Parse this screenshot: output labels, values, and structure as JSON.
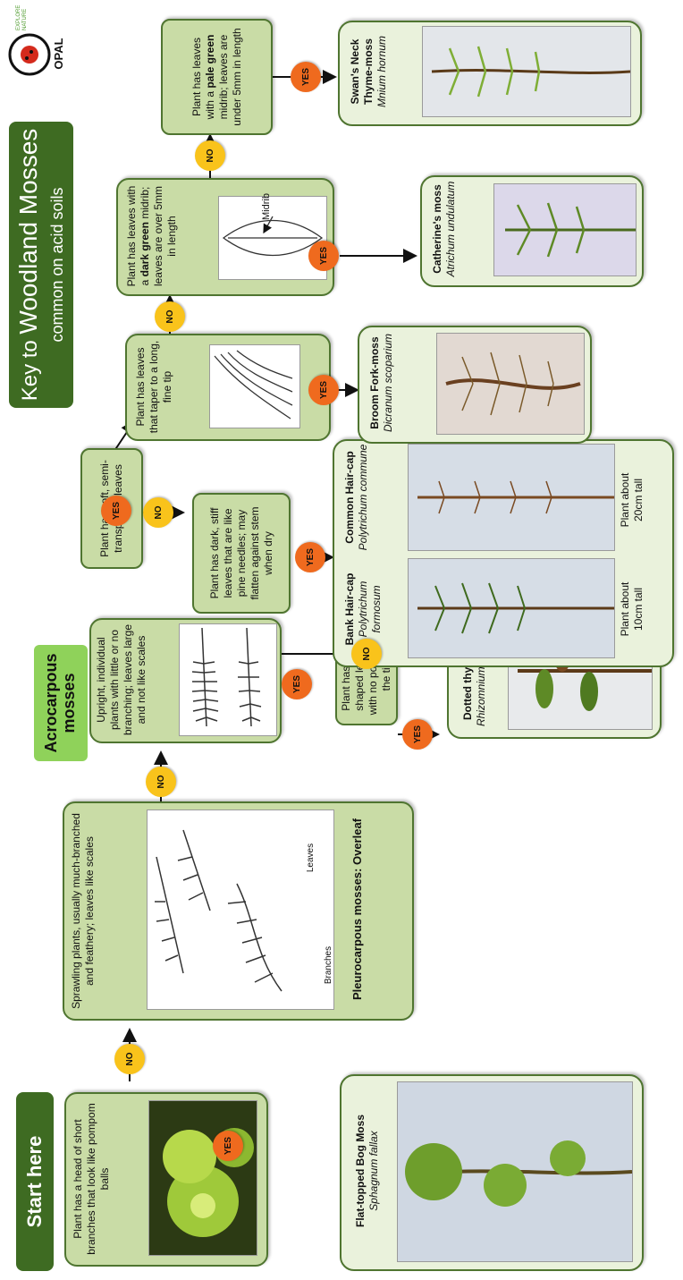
{
  "title": {
    "prefix": "Key to ",
    "main": "Woodland Mosses",
    "subtitle": "common on acid soils"
  },
  "logo": {
    "text": "OPAL",
    "tagline": "EXPLORE NATURE"
  },
  "start_label": "Start here",
  "acro_label": "Acrocarpous mosses",
  "badges": {
    "yes": "YES",
    "no": "NO"
  },
  "questions": {
    "q1": "Plant has a head of short branches that look like pompom balls",
    "q2": "Sprawling plants, usually much-branched and feathery; leaves like scales",
    "q3": "Upright, individual plants with little or no branching; leaves large and not like scales",
    "q4": "Plant has egg-shaped leaves with no points at the tip",
    "q5": "Plant has soft, semi-transparent leaves",
    "q6": "Plant has dark, stiff leaves that are like pine needles; may flatten against stem when dry",
    "q7": "Plant has leaves that taper to a long, fine tip",
    "q8_pre": "Plant has leaves with a ",
    "q8_bold": "dark green",
    "q8_post": " midrib; leaves are over 5mm in length",
    "q9_pre": "Plant has leaves with a ",
    "q9_bold": "pale green",
    "q9_post": " midrib; leaves are under 5mm in length"
  },
  "labels": {
    "pleuro": "Pleurocarpous mosses: Overleaf",
    "branches": "Branches",
    "leaves": "Leaves",
    "midrib": "Midrib"
  },
  "results": {
    "r1": {
      "name": "Flat-topped Bog Moss",
      "latin": "Sphagnum fallax"
    },
    "r2": {
      "name": "Dotted thyme-moss",
      "latin": "Rhizomnium punctatum"
    },
    "r3a": {
      "name": "Bank Hair-cap",
      "latin": "Polytrichum formosum",
      "note": "Plant about 10cm tall"
    },
    "r3b": {
      "name": "Common Hair-cap",
      "latin": "Polytrichum commune",
      "note": "Plant about 20cm tall"
    },
    "r4": {
      "name": "Broom Fork-moss",
      "latin": "Dicranum scoparium"
    },
    "r5": {
      "name": "Catherine's moss",
      "latin": "Atrichum undulatum"
    },
    "r6": {
      "name": "Swan's Neck Thyme-moss",
      "latin": "Mnium hornum"
    }
  },
  "colors": {
    "green_dark": "#3e6b22",
    "box": "#c9dca6",
    "yes": "#ef6a1e",
    "no": "#f9c31b"
  }
}
